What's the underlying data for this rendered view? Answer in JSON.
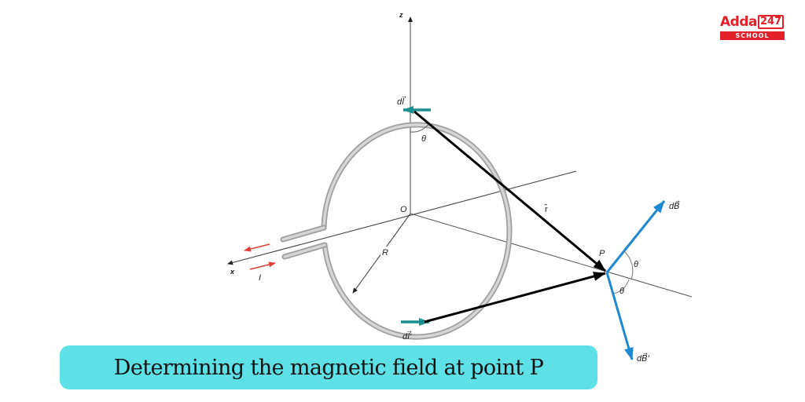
{
  "logo": {
    "brand": "Adda",
    "number": "247",
    "subtitle": "SCHOOL",
    "color": "#e3202a"
  },
  "diagram": {
    "axes": {
      "z": "z",
      "x": "x"
    },
    "origin_label": "O",
    "radius_label": "R",
    "current_label": "I",
    "point_label": "P",
    "unit_vector_label": "r̂",
    "dl_top_label": "dl⃗",
    "dl_bottom_label": "dl⃗′",
    "dB_label": "dB⃗",
    "dB_prime_label": "dB⃗′",
    "theta_label": "θ",
    "colors": {
      "loop": "#bdbdbd",
      "element_arrow": "#1a8f8f",
      "field_arrow": "#1e88d0",
      "current_arrow": "#e0403a",
      "vector_r": "#000000",
      "axis": "#555555"
    }
  },
  "caption": {
    "text": "Determining the magnetic field at point P",
    "background": "#5de1e6"
  }
}
